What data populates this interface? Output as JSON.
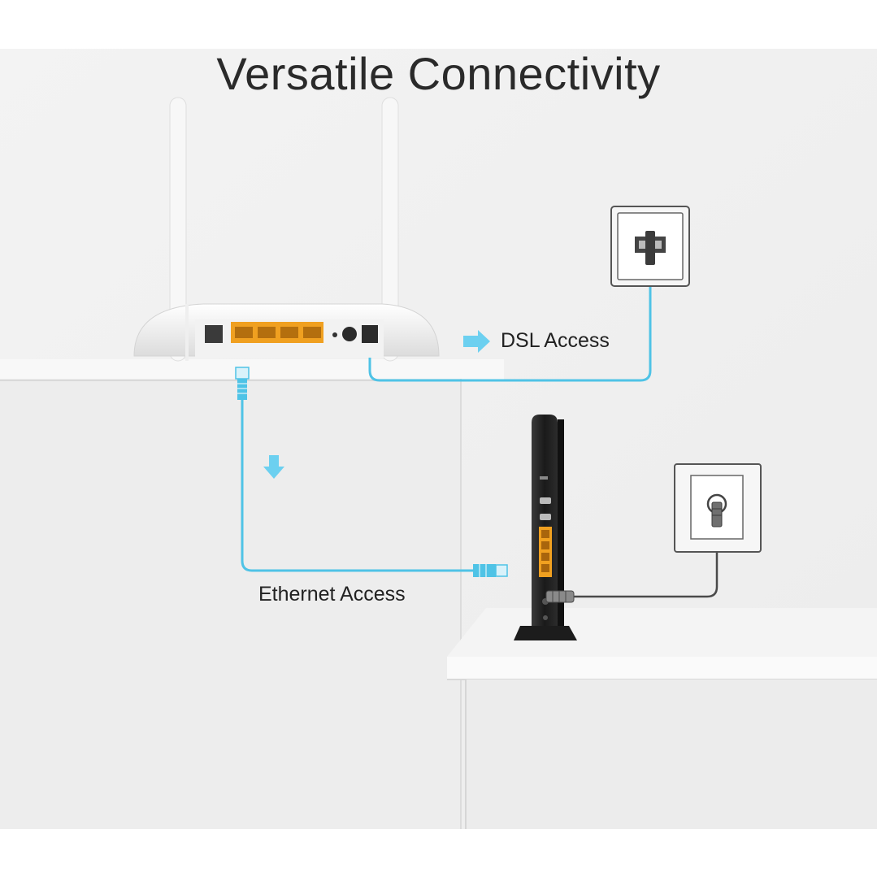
{
  "title": "Versatile Connectivity",
  "labels": {
    "dsl_access": "DSL Access",
    "ethernet_access": "Ethernet Access"
  },
  "colors": {
    "accent_cable": "#4fc3e6",
    "arrow": "#6cd0f0",
    "router_body": "#f4f4f4",
    "lan_port": "#f0a020",
    "modem_body": "#1e1e1e",
    "coax_cable": "#4a4a4a"
  },
  "icons": {
    "dsl_arrow": "arrow-right-icon",
    "ethernet_arrow": "arrow-down-icon",
    "phone_jack": "phone-wall-socket-icon",
    "coax_jack": "coax-wall-socket-icon"
  }
}
